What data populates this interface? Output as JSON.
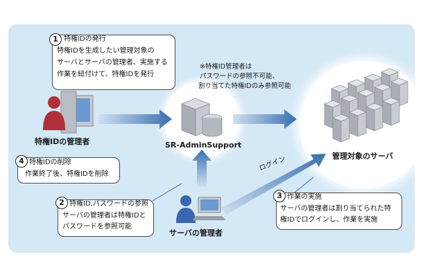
{
  "callouts": {
    "issue": {
      "number": "1",
      "lines": [
        "特権IDの発行",
        "特権IDを生成したい管理対象の",
        "サーバとサーバの管理者、実施する",
        "作業を紐付けて、特権IDを発行"
      ]
    },
    "delete": {
      "number": "4",
      "lines": [
        "特権IDの削除",
        "作業終了後、特権IDを削除"
      ]
    },
    "reference": {
      "number": "2",
      "lines": [
        "特権ID,パスワードの参照",
        "サーバの管理者は特権IDと",
        "パスワードを参照可能"
      ]
    },
    "execute": {
      "number": "3",
      "lines": [
        "作業の実施",
        "サーバの管理者は割り当てられた特",
        "権IDでログインし、作業を実施"
      ]
    }
  },
  "note": {
    "lines": [
      "※特権ID管理者は",
      "パスワードの参照不可能、",
      "割り当てた特権IDのみ参照可能"
    ]
  },
  "labels": {
    "privileged_admin": "特権IDの管理者",
    "system": "SR-AdminSupport",
    "managed_servers": "管理対象のサーバ",
    "server_admin": "サーバの管理者",
    "login": "ログイン"
  },
  "colors": {
    "panel_bg": "#d4e8f6",
    "arrow": "#3a6fb0",
    "person_red": "#b0303a",
    "person_blue": "#3a66b0"
  },
  "icons": [
    "person-at-pc-icon",
    "server-icon",
    "server-cluster-icon"
  ]
}
